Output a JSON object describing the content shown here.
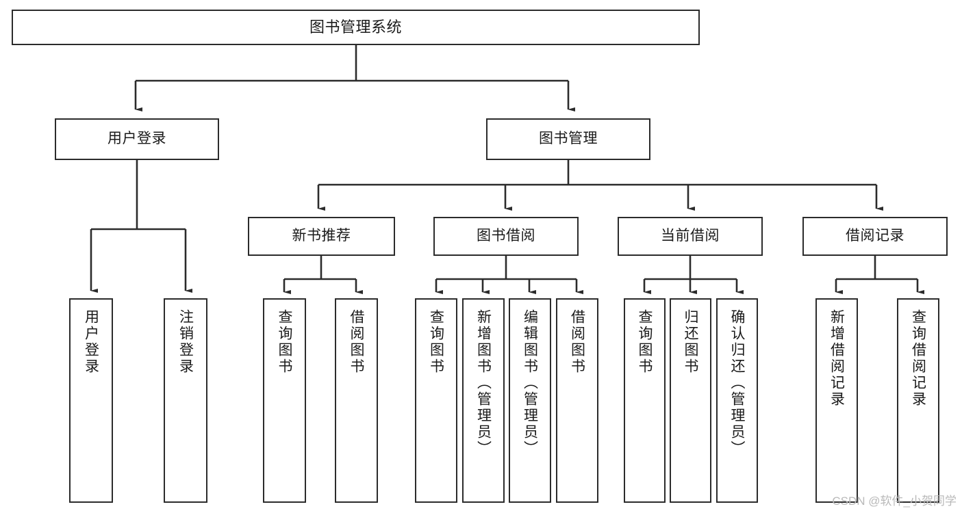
{
  "diagram": {
    "type": "tree-hierarchy",
    "title": "图书管理系统",
    "background_color": "#ffffff",
    "line_color": "#2b2b2b",
    "text_color": "#1a1a1a",
    "root": {
      "label": "图书管理系统"
    },
    "tier2": [
      {
        "label": "用户登录"
      },
      {
        "label": "图书管理"
      }
    ],
    "tier3": [
      {
        "label": "新书推荐"
      },
      {
        "label": "图书借阅"
      },
      {
        "label": "当前借阅"
      },
      {
        "label": "借阅记录"
      }
    ],
    "leaves": {
      "user_login": [
        {
          "label": "用户登录"
        },
        {
          "label": "注销登录"
        }
      ],
      "new_book_recommend": [
        {
          "label": "查询图书"
        },
        {
          "label": "借阅图书"
        }
      ],
      "book_borrow": [
        {
          "label": "查询图书"
        },
        {
          "label": "新增图书（管理员）"
        },
        {
          "label": "编辑图书（管理员）"
        },
        {
          "label": "借阅图书"
        }
      ],
      "current_borrow": [
        {
          "label": "查询图书"
        },
        {
          "label": "归还图书"
        },
        {
          "label": "确认归还（管理员）"
        }
      ],
      "borrow_record": [
        {
          "label": "新增借阅记录"
        },
        {
          "label": "查询借阅记录"
        }
      ]
    }
  },
  "watermark": {
    "text": "CSDN @软件_小贺同学",
    "color": "#b9b9b9"
  }
}
